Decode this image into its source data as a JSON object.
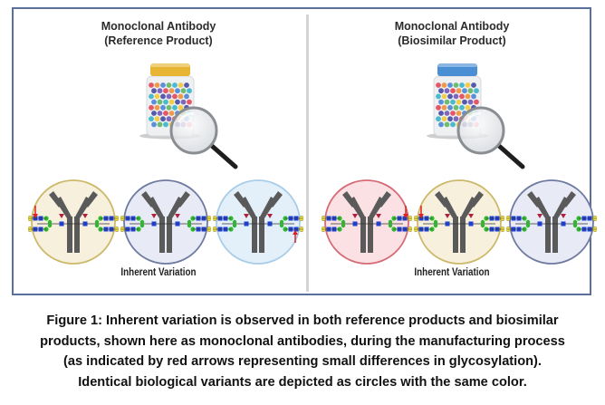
{
  "panels": [
    {
      "title_line1": "Monoclonal Antibody",
      "title_line2": "(Reference Product)",
      "bottle_cap_color": "#e7b533",
      "variation_label": "Inherent Variation",
      "circles": [
        {
          "fill": "#f6f0dd",
          "stroke": "#cdb96a",
          "arrow": "down-left"
        },
        {
          "fill": "#e8ebf5",
          "stroke": "#6f7aa0",
          "arrow": "none"
        },
        {
          "fill": "#e3f0fa",
          "stroke": "#a8cde9",
          "arrow": "up-right"
        }
      ]
    },
    {
      "title_line1": "Monoclonal Antibody",
      "title_line2": "(Biosimilar Product)",
      "bottle_cap_color": "#4a8fd4",
      "variation_label": "Inherent Variation",
      "circles": [
        {
          "fill": "#fbe1e3",
          "stroke": "#d66b77",
          "arrow": "down-right"
        },
        {
          "fill": "#f6f0dd",
          "stroke": "#cdb96a",
          "arrow": "down-left"
        },
        {
          "fill": "#e8ebf5",
          "stroke": "#6f7aa0",
          "arrow": "none"
        }
      ]
    }
  ],
  "caption": {
    "lines": [
      "Figure 1: Inherent variation is observed in both reference products and biosimilar",
      "products, shown here as monoclonal antibodies, during the manufacturing process",
      "(as indicated by red arrows representing small differences in glycosylation).",
      "Identical biological variants are depicted as circles with the same color."
    ]
  },
  "colors": {
    "frame": "#5a6f9c",
    "antibody": "#5a5a5a",
    "arrow": "#e02020"
  }
}
